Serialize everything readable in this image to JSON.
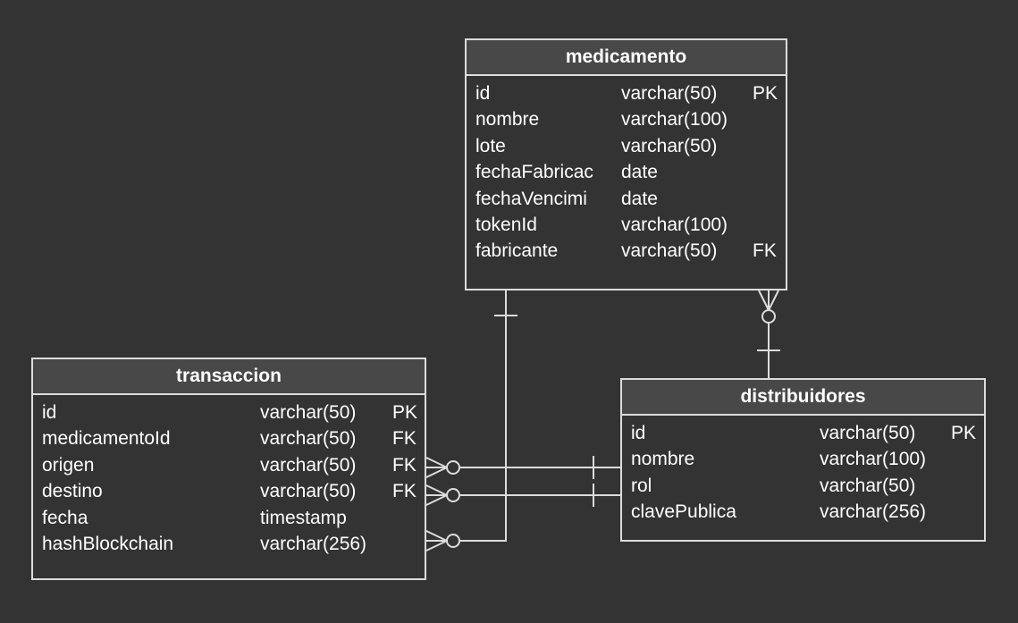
{
  "entities": {
    "medicamento": {
      "title": "medicamento",
      "columns": [
        {
          "name": "id",
          "type": "varchar(50)",
          "key": "PK"
        },
        {
          "name": "nombre",
          "type": "varchar(100)",
          "key": ""
        },
        {
          "name": "lote",
          "type": "varchar(50)",
          "key": ""
        },
        {
          "name": "fechaFabricac",
          "type": "date",
          "key": ""
        },
        {
          "name": "fechaVencimi",
          "type": "date",
          "key": ""
        },
        {
          "name": "tokenId",
          "type": "varchar(100)",
          "key": ""
        },
        {
          "name": "fabricante",
          "type": "varchar(50)",
          "key": "FK"
        }
      ]
    },
    "transaccion": {
      "title": "transaccion",
      "columns": [
        {
          "name": "id",
          "type": "varchar(50)",
          "key": "PK"
        },
        {
          "name": "medicamentoId",
          "type": "varchar(50)",
          "key": "FK"
        },
        {
          "name": "origen",
          "type": "varchar(50)",
          "key": "FK"
        },
        {
          "name": "destino",
          "type": "varchar(50)",
          "key": "FK"
        },
        {
          "name": "fecha",
          "type": "timestamp",
          "key": ""
        },
        {
          "name": "hashBlockchain",
          "type": "varchar(256)",
          "key": ""
        }
      ]
    },
    "distribuidores": {
      "title": "distribuidores",
      "columns": [
        {
          "name": "id",
          "type": "varchar(50)",
          "key": "PK"
        },
        {
          "name": "nombre",
          "type": "varchar(100)",
          "key": ""
        },
        {
          "name": "rol",
          "type": "varchar(50)",
          "key": ""
        },
        {
          "name": "clavePublica",
          "type": "varchar(256)",
          "key": ""
        }
      ]
    }
  },
  "colors": {
    "background": "#333333",
    "header": "#484848",
    "line": "#dcdcdc",
    "text": "#ffffff"
  }
}
